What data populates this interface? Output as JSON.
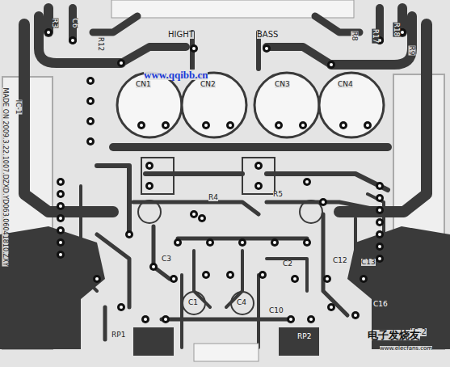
{
  "diagram": {
    "labels": [
      "HIGHT",
      "BASS",
      "www.qqibb.cn",
      "MADE ON 2009.3.22.1007.DZXD.YD063.06041810.ZXY",
      "IC-1",
      "IC-2",
      "R3",
      "C6",
      "R12",
      "R8",
      "R17",
      "R18",
      "R9",
      "CN1",
      "CN2",
      "CN3",
      "CN4",
      "C1",
      "C4",
      "C2",
      "C3",
      "C10",
      "C12",
      "C13",
      "C16",
      "RP1",
      "RP2",
      "R4",
      "R5",
      "电子发烧友",
      "www.elecfans.com"
    ]
  }
}
